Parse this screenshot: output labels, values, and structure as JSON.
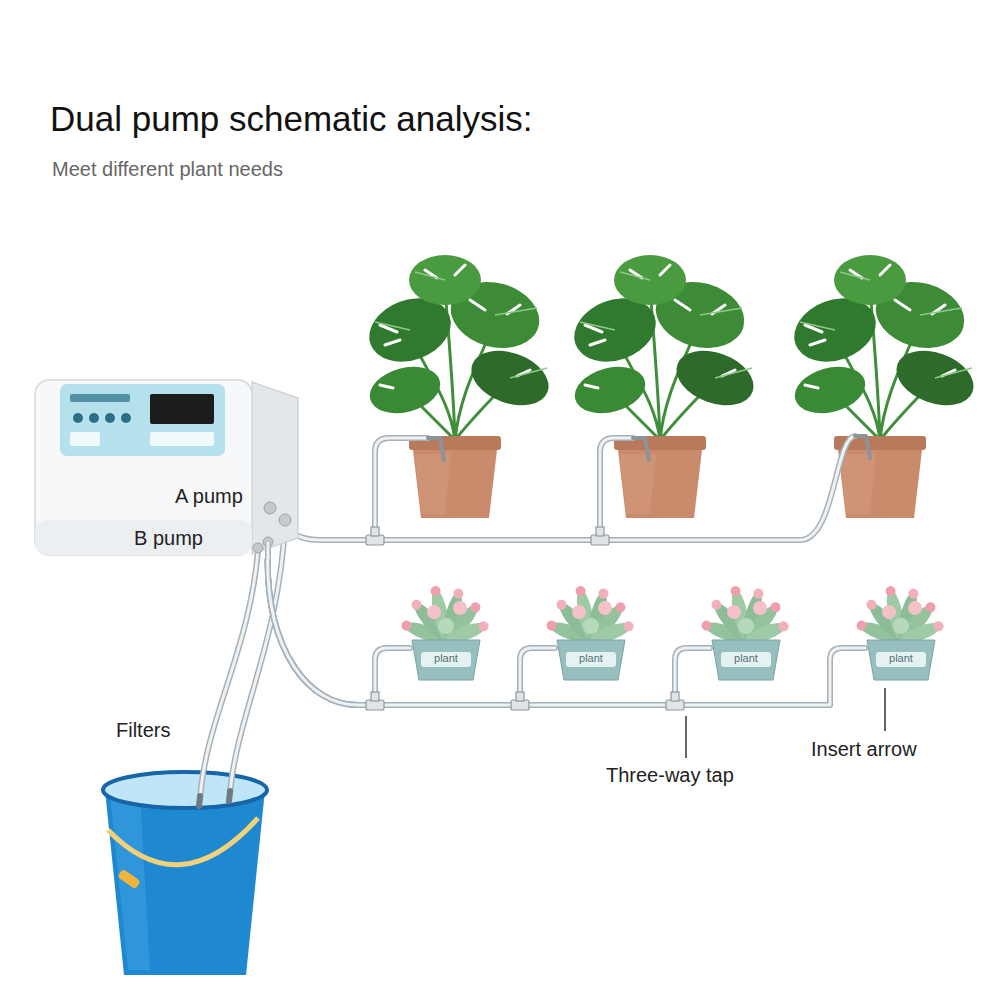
{
  "diagram": {
    "title": "Dual pump schematic analysis:",
    "nodes": [
      {
        "text": [
          "A pump",
          "B pump"
        ]
      },
      {
        "text": [
          "plant"
        ]
      },
      {
        "text": [
          "plant"
        ]
      },
      {
        "text": [
          "plant"
        ]
      },
      {
        "text": [
          "plant"
        ]
      }
    ],
    "edges": [
      {
        "from": 0,
        "to": 1,
        "arrow": "none"
      },
      {
        "from": 0,
        "to": 2,
        "arrow": "none"
      },
      {
        "from": 0,
        "to": 3,
        "arrow": "none"
      },
      {
        "from": 0,
        "to": 4,
        "arrow": "none"
      }
    ],
    "labels": [
      "Meet different plant needs",
      "Filters",
      "Three-way tap",
      "Insert arrow"
    ]
  }
}
